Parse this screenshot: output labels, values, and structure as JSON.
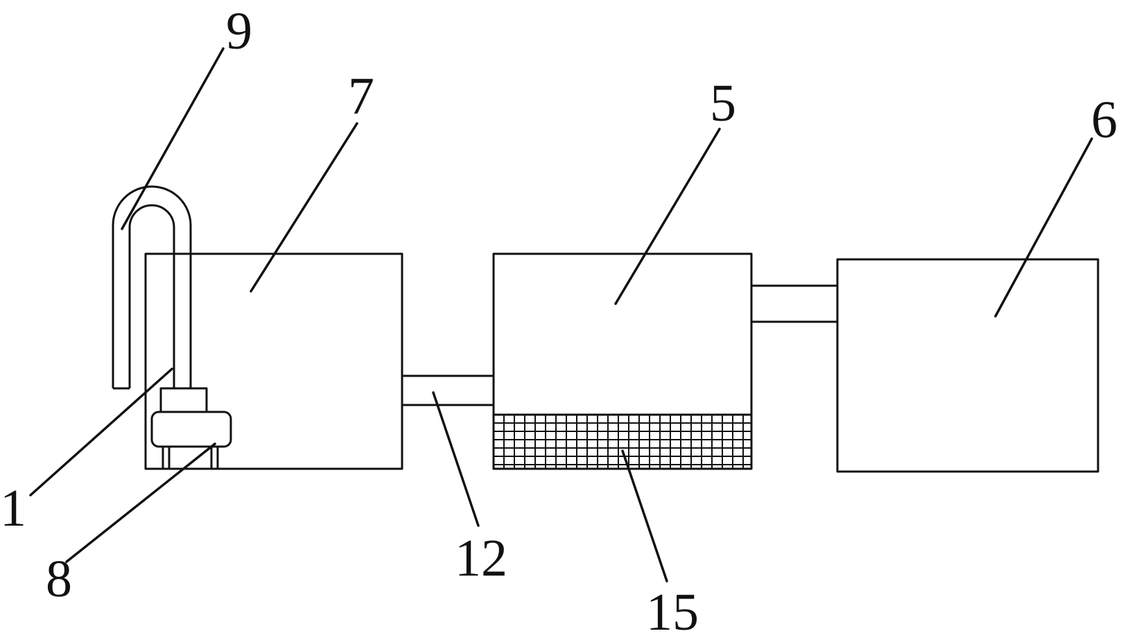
{
  "labels": {
    "l9": "9",
    "l7": "7",
    "l5": "5",
    "l6": "6",
    "l1": "1",
    "l8": "8",
    "l12": "12",
    "l15": "15"
  },
  "colors": {
    "line": "#111111",
    "background": "#ffffff"
  }
}
